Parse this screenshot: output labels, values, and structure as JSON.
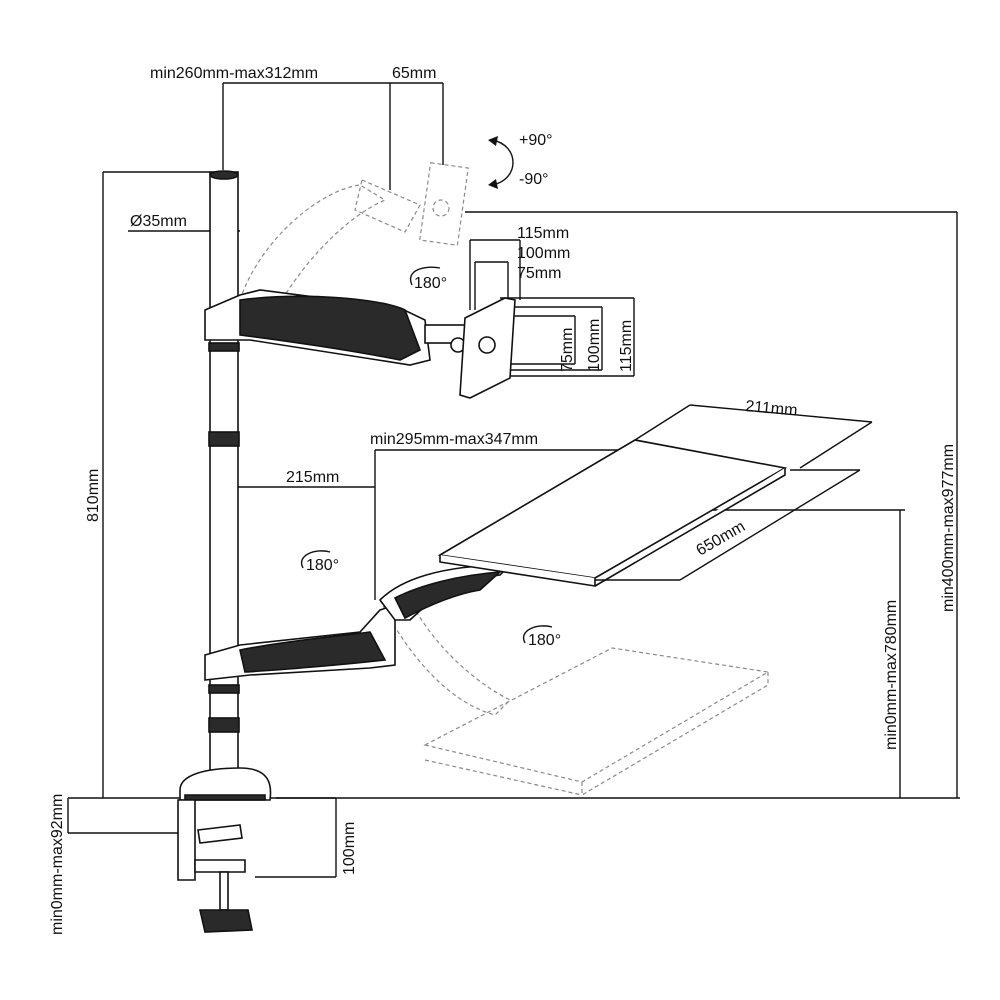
{
  "labels": {
    "pole_depth": "min260mm-max312mm",
    "vesa_offset": "65mm",
    "tilt_up": "+90°",
    "tilt_down": "-90°",
    "pole_diameter": "Ø35mm",
    "vesa_115_top": "115mm",
    "vesa_100_top": "100mm",
    "vesa_75_top": "75mm",
    "vesa_75_side": "75mm",
    "vesa_100_side": "100mm",
    "vesa_115_side": "115mm",
    "rotate_monitor": "180°",
    "pole_height": "810mm",
    "tray_depth_top": "211mm",
    "arm_reach": "min295mm-max347mm",
    "arm_offset": "215mm",
    "rotate_arm": "180°",
    "tray_width": "650mm",
    "tray_height": "min0mm-max780mm",
    "monitor_height": "min400mm-max977mm",
    "rotate_tray": "180°",
    "clamp_range": "min0mm-max92mm",
    "clamp_depth": "100mm"
  }
}
